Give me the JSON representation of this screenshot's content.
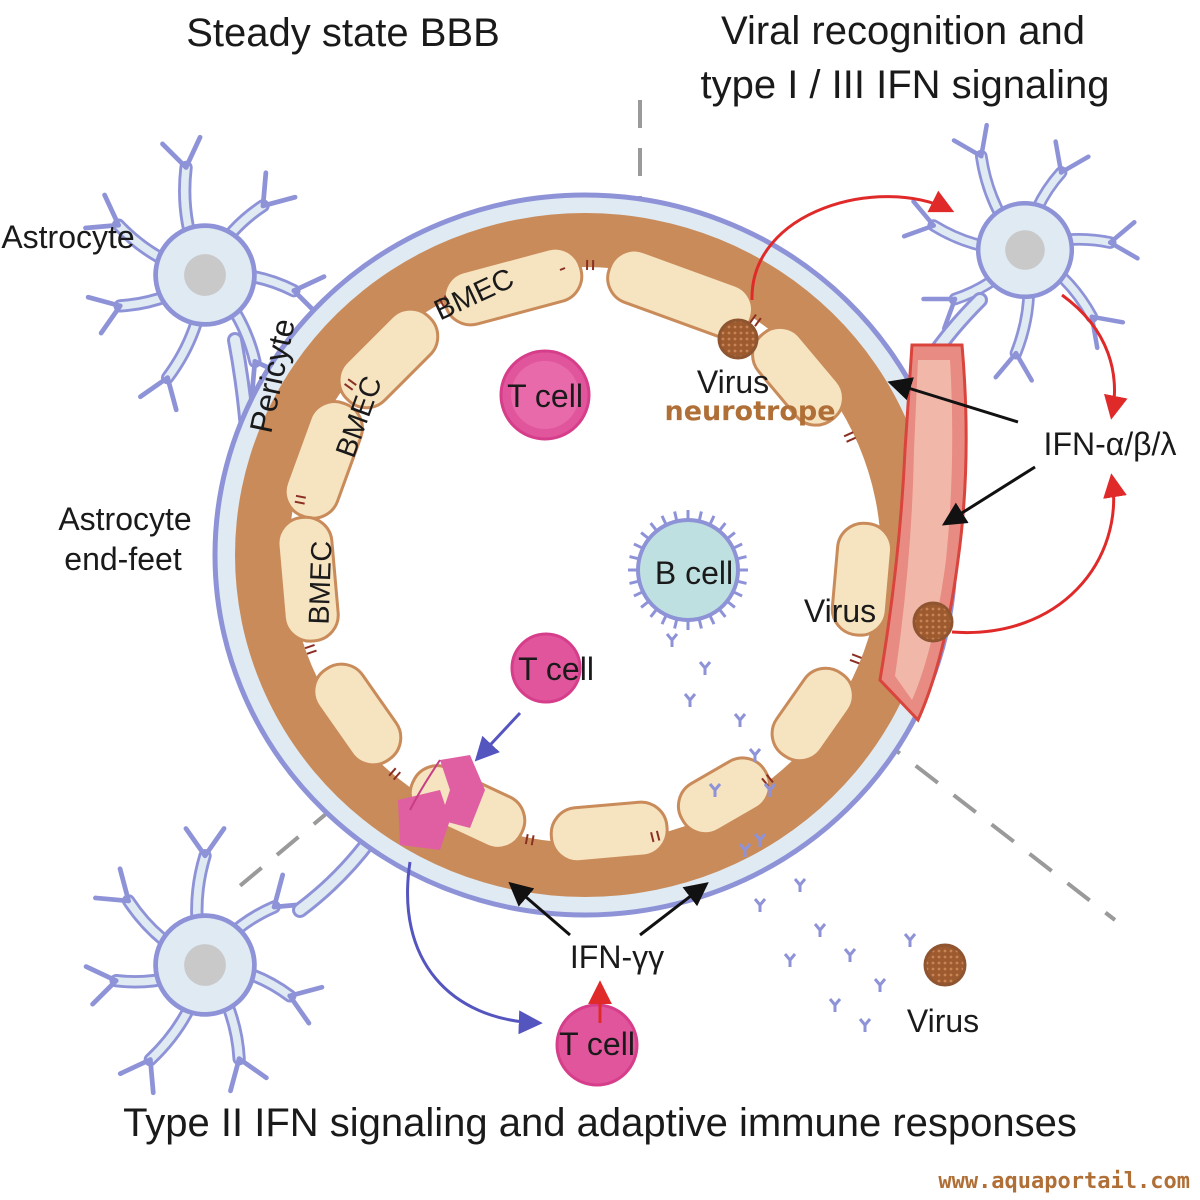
{
  "titles": {
    "top_left": "Steady state BBB",
    "top_right_line1": "Viral recognition and",
    "top_right_line2": "type I / III IFN signaling",
    "bottom": "Type II IFN signaling and adaptive immune responses"
  },
  "labels": {
    "astrocyte": "Astrocyte",
    "endfeet_line1": "Astrocyte",
    "endfeet_line2": "end-feet",
    "pericyte": "Pericyte",
    "bmec": "BMEC",
    "t_cell": "T cell",
    "b_cell": "B cell",
    "virus": "Virus",
    "neurotrope": "neurotrope",
    "ifn_abl": "IFN-α/β/λ",
    "ifn_g": "IFN-γγ"
  },
  "watermark": "www.aquaportail.com",
  "colors": {
    "astrocyte_fill": "#dfeaf3",
    "astrocyte_stroke": "#8e93d8",
    "pericyte": "#c98b5a",
    "bmec_fill": "#f6e3c0",
    "tcell": "#e0559b",
    "bcell": "#bfe0e0",
    "virus": "#9c5a2e",
    "infected": "#e88b83",
    "red_arrow": "#e02a2a",
    "blue_arrow": "#5555c0",
    "watermark": "#b06f36"
  },
  "icons": [
    "astrocyte-icon",
    "t-cell-icon",
    "b-cell-icon",
    "virus-icon",
    "antibody-icon"
  ]
}
